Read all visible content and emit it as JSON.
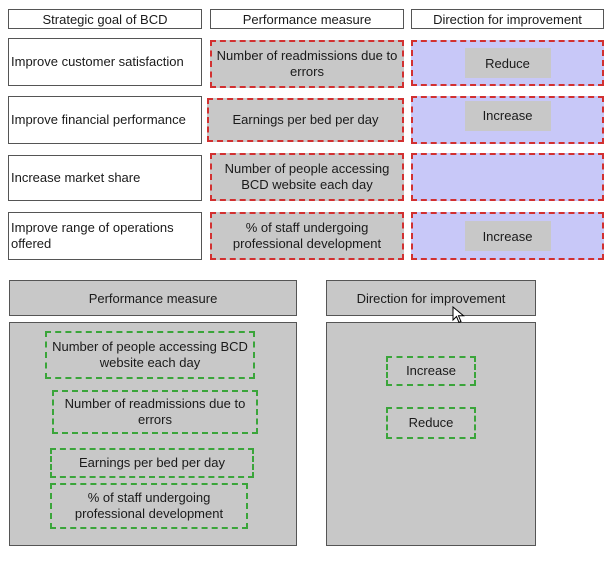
{
  "table": {
    "headers": {
      "goal": "Strategic goal of BCD",
      "measure": "Performance measure",
      "direction": "Direction for improvement"
    },
    "rows": [
      {
        "goal": "Improve customer satisfaction",
        "measure": "Number of readmissions due to errors",
        "direction": "Reduce"
      },
      {
        "goal": "Improve financial performance",
        "measure": "Earnings per bed per day",
        "direction": "Increase"
      },
      {
        "goal": "Increase market share",
        "measure": "Number of people accessing BCD website each day",
        "direction": ""
      },
      {
        "goal": "Improve range of operations offered",
        "measure": "% of staff undergoing professional development",
        "direction": "Increase"
      }
    ]
  },
  "measure_panel": {
    "title": "Performance measure",
    "options": [
      "Number of people accessing BCD website each day",
      "Number of readmissions due to errors",
      "Earnings per bed per day",
      "% of staff undergoing professional development"
    ]
  },
  "direction_panel": {
    "title": "Direction for improvement",
    "options": [
      "Increase",
      "Reduce"
    ]
  },
  "colors": {
    "drop_border": "#d23030",
    "drag_border": "#3aa53a",
    "drop_fill": "#c8c8f8",
    "tile_fill": "#c8c8c8"
  }
}
